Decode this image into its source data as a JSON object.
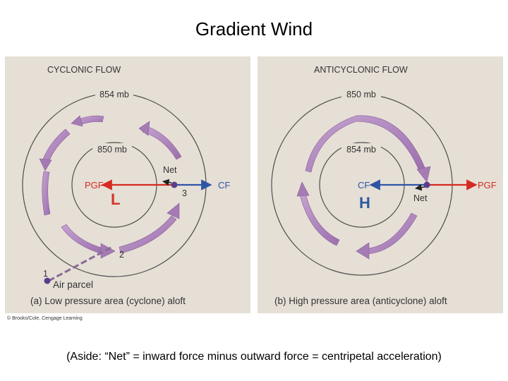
{
  "page_title": "Gradient Wind",
  "aside": "(Aside:  “Net” = inward force minus outward force = centripetal acceleration)",
  "credit": "© Brooks/Cole, Cengage Learning",
  "colors": {
    "panel_bg": "#e6dfd6",
    "arrow": "#a57bb4",
    "pgf_red": "#d62b22",
    "cf_blue": "#2e55a5",
    "letter_red": "#d0352a",
    "letter_blue": "#2f5aa0"
  },
  "cyclonic": {
    "heading": "CYCLONIC FLOW",
    "outer_isobar": "854 mb",
    "inner_isobar": "850 mb",
    "pgf": "PGF",
    "cf": "CF",
    "net": "Net",
    "center_letter": "L",
    "point_1": "1",
    "point_2": "2",
    "point_3": "3",
    "parcel_label": "Air parcel",
    "caption": "(a) Low pressure area (cyclone) aloft"
  },
  "anticyclonic": {
    "heading": "ANTICYCLONIC FLOW",
    "outer_isobar": "850 mb",
    "inner_isobar": "854 mb",
    "pgf": "PGF",
    "cf": "CF",
    "net": "Net",
    "center_letter": "H",
    "caption": "(b) High pressure area (anticyclone) aloft"
  }
}
